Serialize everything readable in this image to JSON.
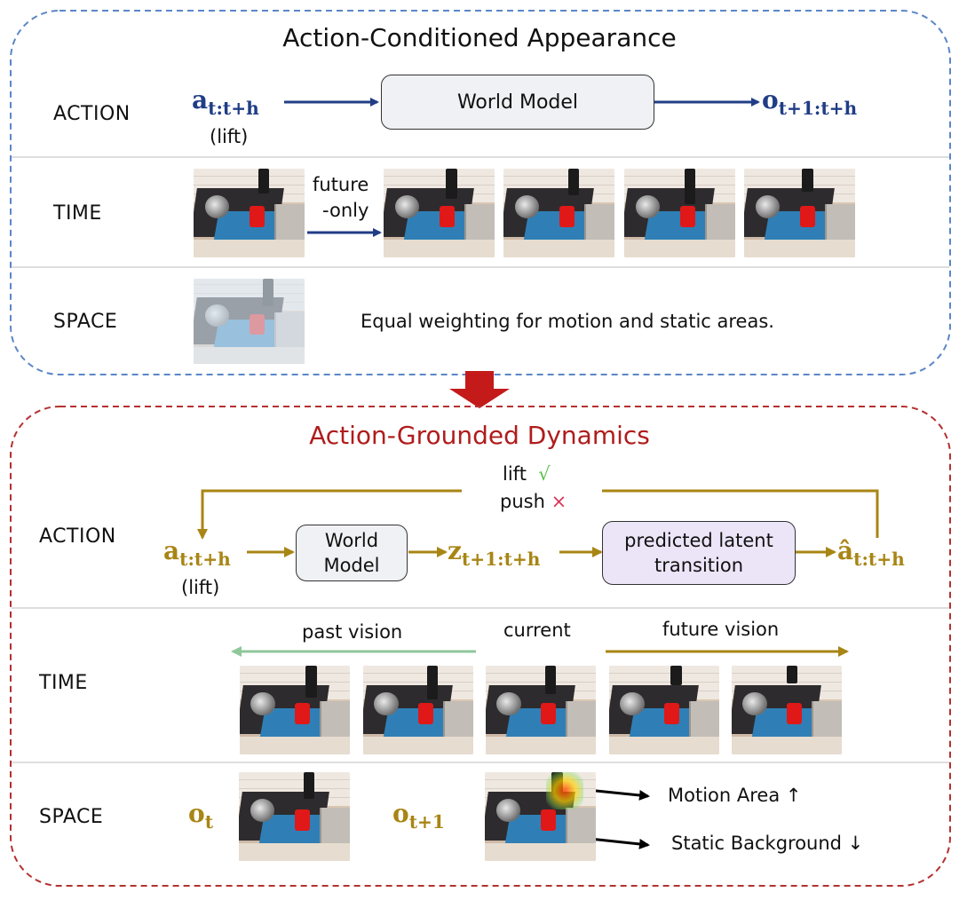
{
  "top": {
    "title": "Action-Conditioned Appearance",
    "action_label": "ACTION",
    "time_label": "TIME",
    "space_label": "SPACE",
    "input_symbol": "a",
    "input_sub": "t:t+h",
    "input_note": "(lift)",
    "model_label": "World Model",
    "output_symbol": "o",
    "output_sub": "t+1:t+h",
    "future_label_1": "future",
    "future_label_2": "-only",
    "space_text": "Equal weighting for motion and static areas."
  },
  "bottom": {
    "title": "Action-Grounded Dynamics",
    "action_label": "ACTION",
    "time_label": "TIME",
    "space_label": "SPACE",
    "check_text": "lift",
    "check_mark": "√",
    "cross_text": "push",
    "cross_mark": "×",
    "input_symbol": "a",
    "input_sub": "t:t+h",
    "input_note": "(lift)",
    "model_line1": "World",
    "model_line2": "Model",
    "latent_symbol": "z",
    "latent_sub": "t+1:t+h",
    "transition_line1": "predicted latent",
    "transition_line2": "transition",
    "pred_symbol": "â",
    "pred_sub": "t:t+h",
    "past_label": "past vision",
    "current_label": "current",
    "future_label": "future vision",
    "obs_symbol": "o",
    "obs_sub": "t",
    "next_symbol": "o",
    "next_sub": "t+1",
    "motion_label": "Motion Area ↑",
    "static_label": "Static Background ↓"
  },
  "colors": {
    "top_border": "#5b86c9",
    "bottom_border": "#b53030",
    "blue_arrow": "#203d86",
    "gold_arrow": "#a88514",
    "green_arrow": "#8fc79a",
    "center_arrow": "#c41a1a",
    "model_box_fill": "#f0f1f4",
    "latent_box_fill": "#ece4f7"
  }
}
